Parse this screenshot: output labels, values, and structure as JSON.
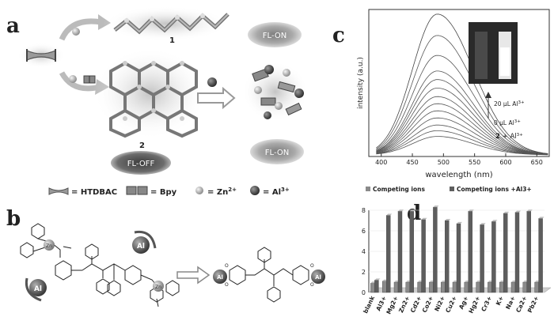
{
  "panel_labels": {
    "a": "a",
    "b": "b",
    "c": "c",
    "d": "d"
  },
  "panel_a": {
    "compound_1": "1",
    "compound_2": "2",
    "fl_on_top": "FL-ON",
    "fl_on_bottom": "FL-ON",
    "fl_off": "FL-OFF",
    "legend": [
      {
        "sym": "htdbac",
        "text": "= HTDBAC"
      },
      {
        "sym": "bpy",
        "text": "= Bpy"
      },
      {
        "sym": "zn",
        "text": "= Zn",
        "sup": "2+"
      },
      {
        "sym": "al",
        "text": "= Al",
        "sup": "3+"
      }
    ]
  },
  "panel_b": {
    "al_left": "Al",
    "al_right_a": "Al",
    "al_right_b": "Al",
    "zn_a": "Zn",
    "zn_b": "Zn",
    "o_labels": [
      "O",
      "O",
      "O",
      "O"
    ]
  },
  "panel_c": {
    "xlabel": "wavelength (nm)",
    "ylabel": "intensity (a.u.)",
    "xticks": [
      "400",
      "450",
      "500",
      "550",
      "600",
      "650"
    ],
    "ann_top_num": "20 μL Al",
    "ann_top_sup": "3+",
    "ann_bottom_num": "0 μL Al",
    "ann_bottom_sup": "3+",
    "ann_compound": "2",
    "ann_plus": " + Al",
    "ann_plus_sup": "3+"
  },
  "chart_data": {
    "type": "bar",
    "xlabel": "",
    "ylabel": "",
    "ylim": [
      0,
      8
    ],
    "yticks": [
      "0",
      "2",
      "4",
      "6",
      "8"
    ],
    "categories": [
      "blank",
      "Al3+",
      "Mg2+",
      "Zn2+",
      "Cd2+",
      "Co2+",
      "Ni2+",
      "Cu2+",
      "Ag+",
      "Hg2+",
      "Cr3+",
      "K+",
      "Na+",
      "Ca2+",
      "Pb2+"
    ],
    "series": [
      {
        "name": "Competing ions",
        "values": [
          0.9,
          1.1,
          1.0,
          1.0,
          1.0,
          1.0,
          1.0,
          1.0,
          1.0,
          1.0,
          1.0,
          1.0,
          1.0,
          1.0,
          1.0
        ]
      },
      {
        "name": "Competing ions +Al3+",
        "values": [
          1.2,
          7.5,
          7.9,
          7.9,
          7.1,
          8.3,
          7.0,
          6.7,
          7.9,
          6.6,
          6.9,
          7.7,
          7.8,
          7.9,
          7.2
        ]
      }
    ],
    "legend_position": "top",
    "colors": {
      "series_1": "#8a8a8a",
      "series_2": "#5e5e5e"
    }
  }
}
